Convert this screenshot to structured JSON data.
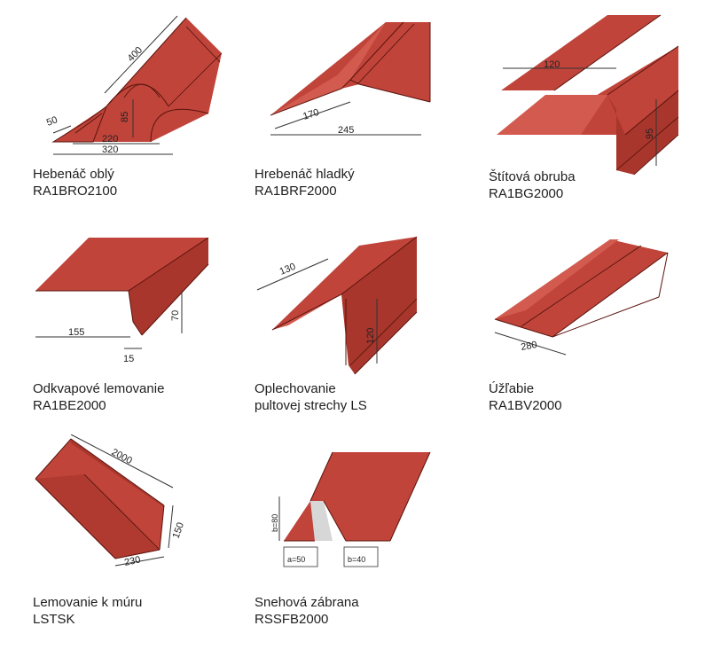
{
  "colors": {
    "metal": "#c0443a",
    "metal_dark": "#9c2f26",
    "metal_light": "#d25a4e",
    "edge": "#5a140d",
    "dim_line": "#333333",
    "text": "#1e1e1e",
    "gray_panel": "#d7d7d7"
  },
  "products": [
    {
      "name": "Hebenáč oblý",
      "code": "RA1BRO2100",
      "dims": [
        "400",
        "85",
        "50",
        "220",
        "320"
      ]
    },
    {
      "name": "Hrebenáč hladký",
      "code": "RA1BRF2000",
      "dims": [
        "170",
        "245"
      ]
    },
    {
      "name": "Štítová obruba",
      "code": "RA1BG2000",
      "dims": [
        "120",
        "95"
      ]
    },
    {
      "name": "Odkvapové lemovanie",
      "code": "RA1BE2000",
      "dims": [
        "155",
        "70",
        "15"
      ]
    },
    {
      "name": "Oplechovanie",
      "name2": "pultovej strechy LS",
      "dims": [
        "130",
        "120"
      ]
    },
    {
      "name": "Úžľabie",
      "code": "RA1BV2000",
      "dims": [
        "280"
      ]
    },
    {
      "name": "Lemovanie k múru",
      "code": "LSTSK",
      "dims": [
        "2000",
        "150",
        "230"
      ]
    },
    {
      "name": "Snehová zábrana",
      "code": "RSSFB2000",
      "dims": [
        "b=80",
        "a=50",
        "b=40"
      ]
    }
  ]
}
